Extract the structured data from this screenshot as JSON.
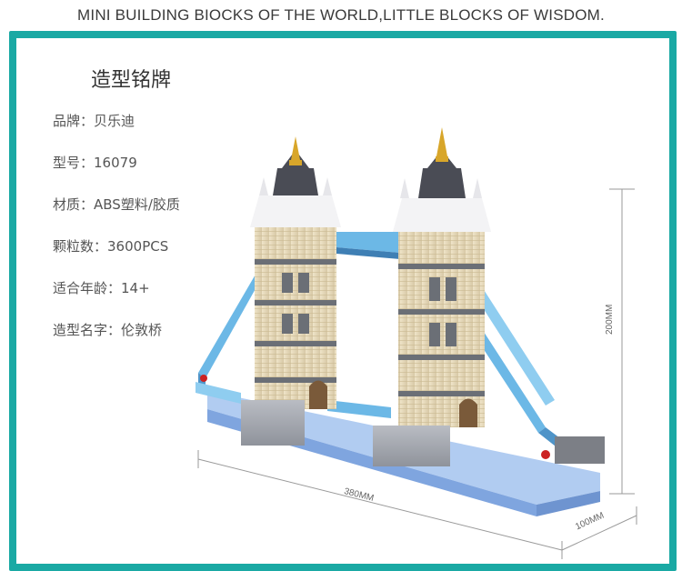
{
  "banner": {
    "text": "MINI BUILDING BIOCKS OF THE WORLD,LITTLE BLOCKS OF WISDOM."
  },
  "spec": {
    "title": "造型铭牌",
    "rows": [
      {
        "key": "品牌：",
        "value": "贝乐迪"
      },
      {
        "key": "型号：",
        "value": "16079"
      },
      {
        "key": "材质：",
        "value": "ABS塑料/胶质"
      },
      {
        "key": "颗粒数：",
        "value": "3600PCS"
      },
      {
        "key": "适合年龄：",
        "value": "14+"
      },
      {
        "key": "造型名字：",
        "value": "伦敦桥"
      }
    ]
  },
  "dimensions": {
    "height": "200MM",
    "length": "380MM",
    "depth": "100MM"
  },
  "colors": {
    "frame": "#1aa9a4",
    "bridge_blue": "#6cb8e6",
    "tower_cream": "#e9dcc0",
    "tower_grey": "#6b6f76",
    "spire_gold": "#d8a62a",
    "roof_dark": "#4a4c55"
  }
}
